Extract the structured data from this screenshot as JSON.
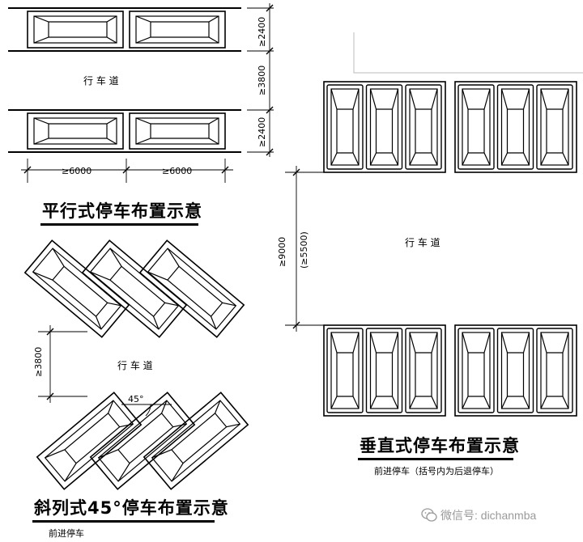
{
  "parallel": {
    "title": "平行式停车布置示意",
    "road_label": "行  车  道",
    "dims": {
      "top_row": "≥2400",
      "road": "≥3800",
      "bottom_row": "≥2400",
      "length_left": "≥6000",
      "length_right": "≥6000"
    }
  },
  "diagonal": {
    "title": "斜列式45°停车布置示意",
    "road_label": "行  车  道",
    "dim_road": "≥3800",
    "angle": "45°",
    "note": "前进停车"
  },
  "perpendicular": {
    "title": "垂直式停车布置示意",
    "road_label": "行  车  道",
    "dim_road": "≥9000",
    "dim_road_alt": "(≥5500)",
    "note": "前进停车（括号内为后退停车）"
  },
  "watermark": {
    "text": "微信号: dichanmba",
    "icon": "wechat-icon"
  }
}
